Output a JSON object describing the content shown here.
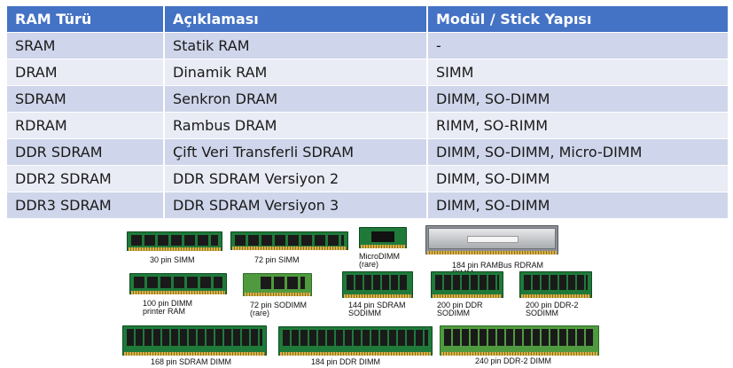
{
  "table": {
    "headers": [
      "RAM Türü",
      "Açıklaması",
      "Modül / Stick Yapısı"
    ],
    "rows": [
      [
        "SRAM",
        "Statik RAM",
        "-"
      ],
      [
        "DRAM",
        "Dinamik RAM",
        "SIMM"
      ],
      [
        "SDRAM",
        "Senkron DRAM",
        "DIMM, SO-DIMM"
      ],
      [
        "RDRAM",
        "Rambus DRAM",
        "RIMM, SO-RIMM"
      ],
      [
        "DDR SDRAM",
        "Çift Veri Transferli SDRAM",
        "DIMM, SO-DIMM, Micro-DIMM"
      ],
      [
        "DDR2 SDRAM",
        "DDR SDRAM Versiyon 2",
        "DIMM, SO-DIMM"
      ],
      [
        "DDR3 SDRAM",
        "DDR SDRAM Versiyon 3",
        "DIMM, SO-DIMM"
      ]
    ]
  },
  "colors": {
    "header_bg": "#4472c4",
    "row_odd_bg": "#cfd5ea",
    "row_even_bg": "#e9ebf5"
  },
  "modules": [
    {
      "caption": "30 pin SIMM"
    },
    {
      "caption": "72 pin SIMM"
    },
    {
      "caption": "MicroDIMM\n(rare)"
    },
    {
      "caption": "184 pin RAMBus RDRAM RIMM"
    },
    {
      "caption": "100 pin DIMM\nprinter RAM"
    },
    {
      "caption": "72 pin SODIMM\n(rare)"
    },
    {
      "caption": "144 pin SDRAM\nSODIMM"
    },
    {
      "caption": "200 pin DDR\nSODIMM"
    },
    {
      "caption": "200 pin DDR-2\nSODIMM"
    },
    {
      "caption": "168 pin SDRAM DIMM"
    },
    {
      "caption": "184 pin DDR DIMM"
    },
    {
      "caption": "240 pin DDR-2 DIMM"
    }
  ]
}
